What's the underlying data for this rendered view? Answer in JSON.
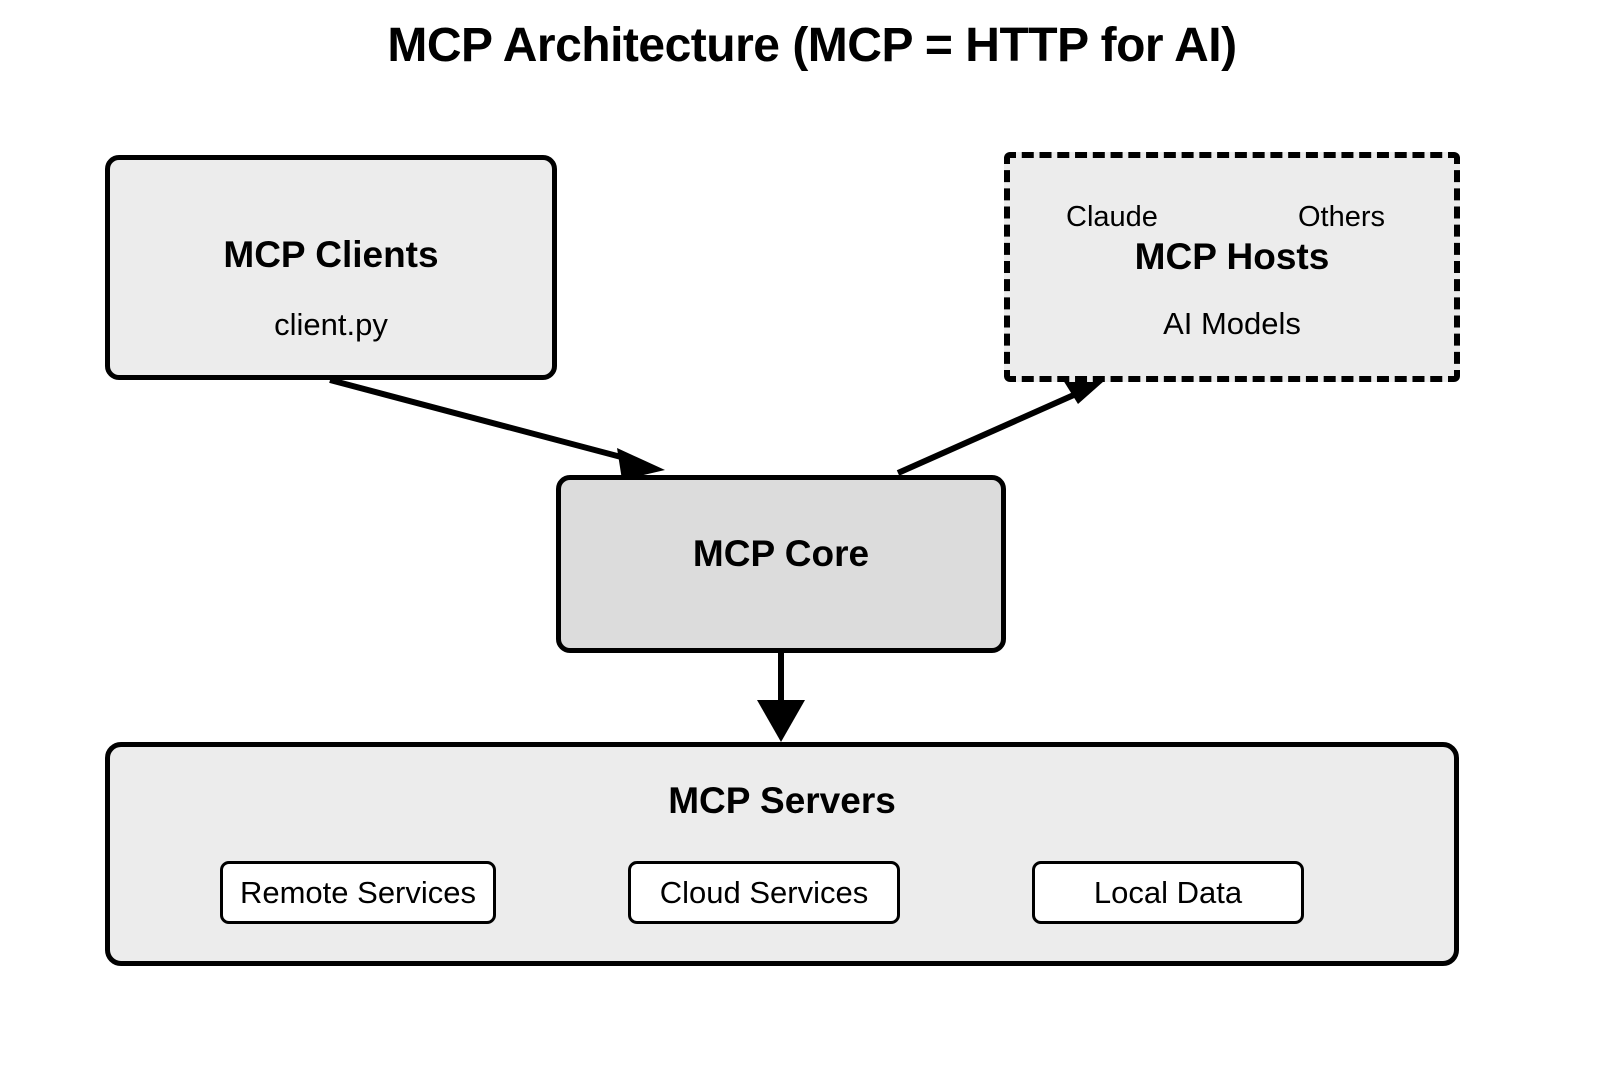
{
  "title": "MCP Architecture (MCP = HTTP for AI)",
  "colors": {
    "background": "#ffffff",
    "stroke": "#000000",
    "node_fill": "#ECECEC",
    "core_fill": "#DCDCDC",
    "leaf_fill": "#FFFFFF"
  },
  "nodes": {
    "clients": {
      "title": "MCP Clients",
      "subtitle": "client.py"
    },
    "hosts": {
      "title": "MCP Hosts",
      "subtitle": "AI Models",
      "tags": [
        "Claude",
        "Others"
      ],
      "border_style": "dashed"
    },
    "core": {
      "title": "MCP Core"
    },
    "servers": {
      "title": "MCP Servers",
      "items": [
        "Remote Services",
        "Cloud Services",
        "Local Data"
      ]
    }
  },
  "edges": [
    {
      "from": "clients",
      "to": "core",
      "style": "solid",
      "arrowhead": "filled-triangle"
    },
    {
      "from": "core",
      "to": "hosts",
      "style": "solid",
      "arrowhead": "filled-triangle"
    },
    {
      "from": "core",
      "to": "servers",
      "style": "solid",
      "arrowhead": "filled-triangle"
    }
  ]
}
